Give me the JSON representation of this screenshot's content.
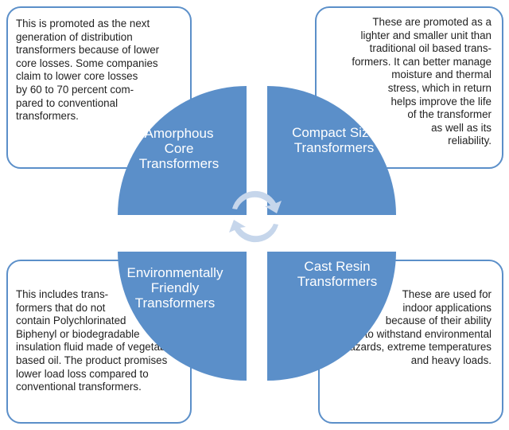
{
  "colors": {
    "quadrant_fill": "#5b8fc9",
    "box_border": "#5b8fc9",
    "arrow_fill": "#c6d6eb",
    "body_text": "#222222"
  },
  "quadrants": {
    "top_left": {
      "title": "Amorphous\nCore\nTransformers",
      "description": "This is promoted as the next\ngeneration of distribution\ntransformers because of lower\ncore losses. Some companies\nclaim to lower core losses\nby 60 to 70 percent com-\npared to conventional\ntransformers."
    },
    "top_right": {
      "title": "Compact Size\nTransformers",
      "description": "These are promoted as a\nlighter and smaller unit than\ntraditional oil based trans-\nformers. It can better manage\nmoisture and thermal\nstress, which in return\nhelps improve the life\nof the transformer\nas well as its\nreliability."
    },
    "bottom_left": {
      "title": "Environmentally\nFriendly\nTransformers",
      "description": "This includes trans-\nformers that do not\ncontain Polychlorinated\nBiphenyl or biodegradable\ninsulation fluid made of vegetable\nbased oil. The product promises\nlower load loss compared to\nconventional transformers."
    },
    "bottom_right": {
      "title": "Cast Resin\nTransformers",
      "description": "These are used for\nindoor applications\nbecause of their ability\nto withstand environmental\nhazards, extreme temperatures\nand heavy loads."
    }
  },
  "center_icon": "cycle-arrows-icon"
}
